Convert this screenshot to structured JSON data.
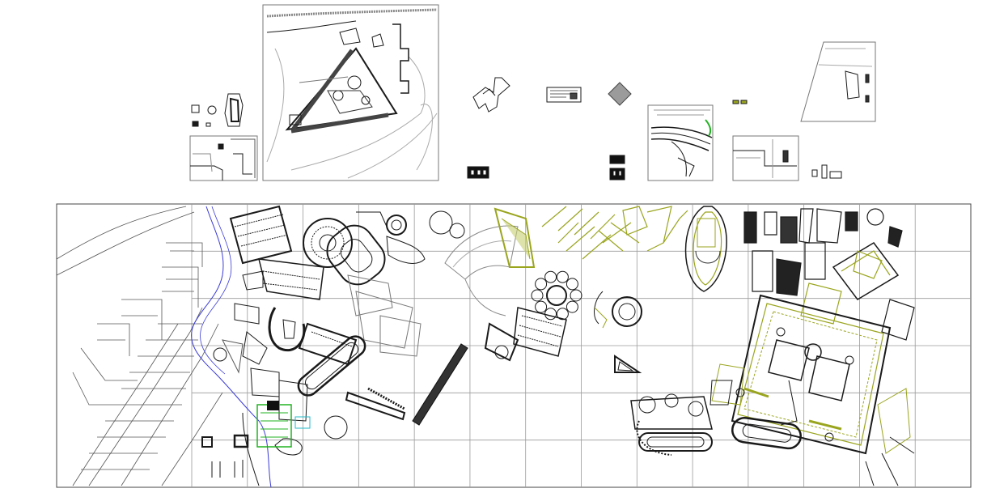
{
  "drawing": {
    "description_visible_text": "",
    "colors": {
      "background": "#ffffff",
      "linework": "#1a1a1a",
      "grid": "#9a9a9a",
      "river": "#3a3ad6",
      "vegetation": "#9aa51e",
      "green_accent": "#21b321",
      "cyan_accent": "#26b8c8",
      "gray_fill": "#9b9b9b"
    },
    "thumbnails_count": 12,
    "grid": {
      "columns": 14,
      "rows": 6
    }
  }
}
